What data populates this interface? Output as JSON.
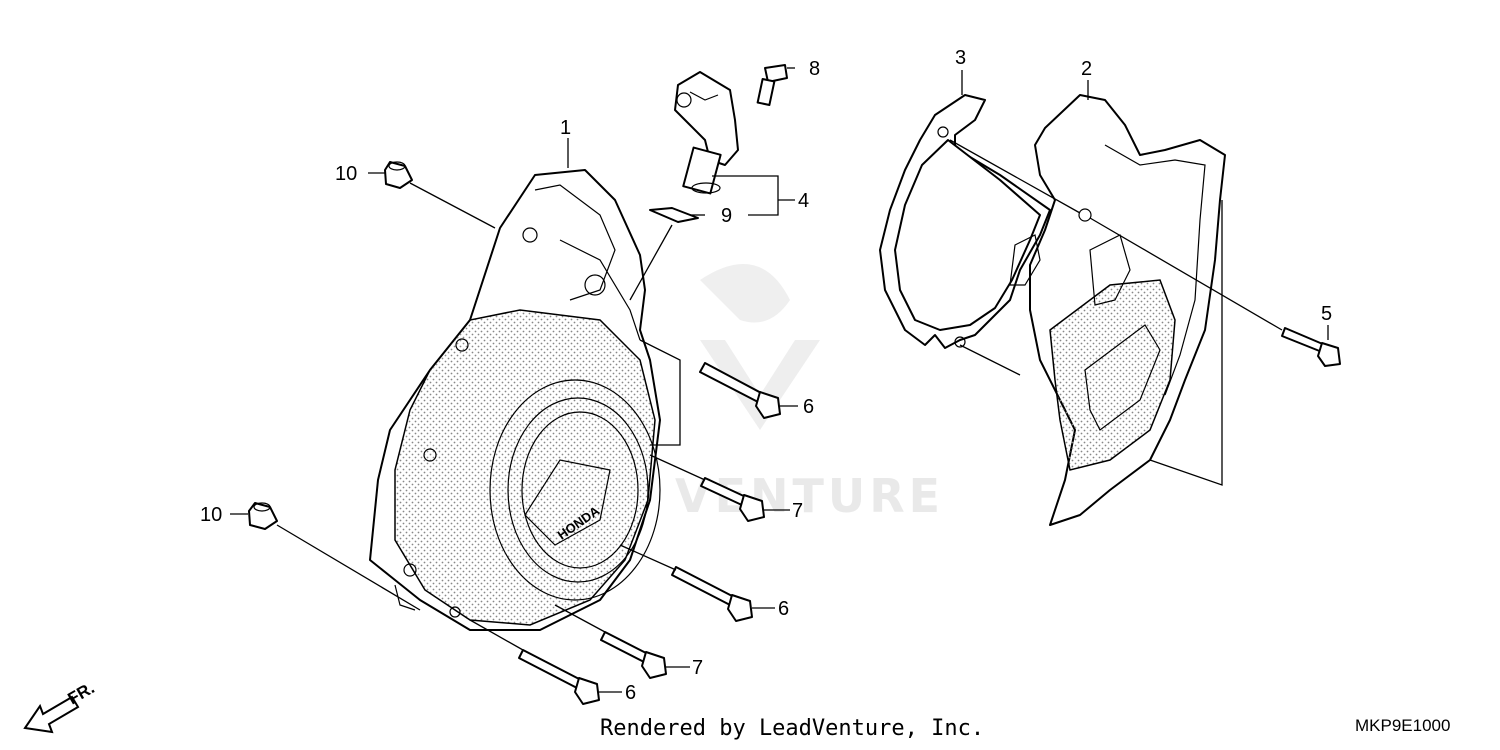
{
  "watermark": {
    "text": "VENTURE"
  },
  "callouts": {
    "c1": "1",
    "c2": "2",
    "c3": "3",
    "c4": "4",
    "c5": "5",
    "c6a": "6",
    "c6b": "6",
    "c6c": "6",
    "c7a": "7",
    "c7b": "7",
    "c8": "8",
    "c9": "9",
    "c10a": "10",
    "c10b": "10"
  },
  "direction_marker": {
    "label": "FR."
  },
  "footer": {
    "credit": "Rendered by LeadVenture, Inc.",
    "code": "MKP9E1000"
  }
}
